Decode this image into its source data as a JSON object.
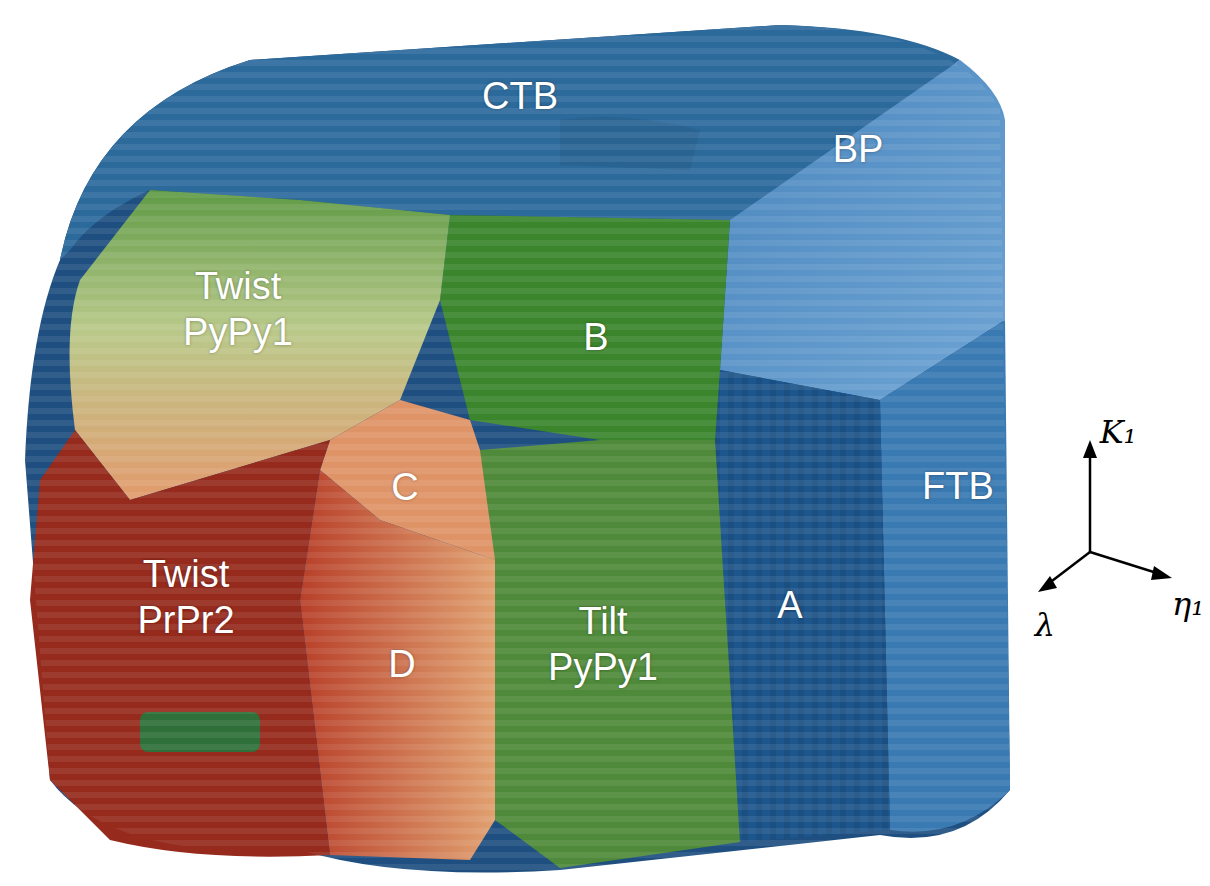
{
  "diagram": {
    "labels": [
      "CTB",
      "BP",
      "Twist PyPy1",
      "B",
      "C",
      "FTB",
      "Twist PrPr2",
      "D",
      "Tilt PyPy1",
      "A",
      "K₁",
      "λ",
      "η₁"
    ]
  }
}
